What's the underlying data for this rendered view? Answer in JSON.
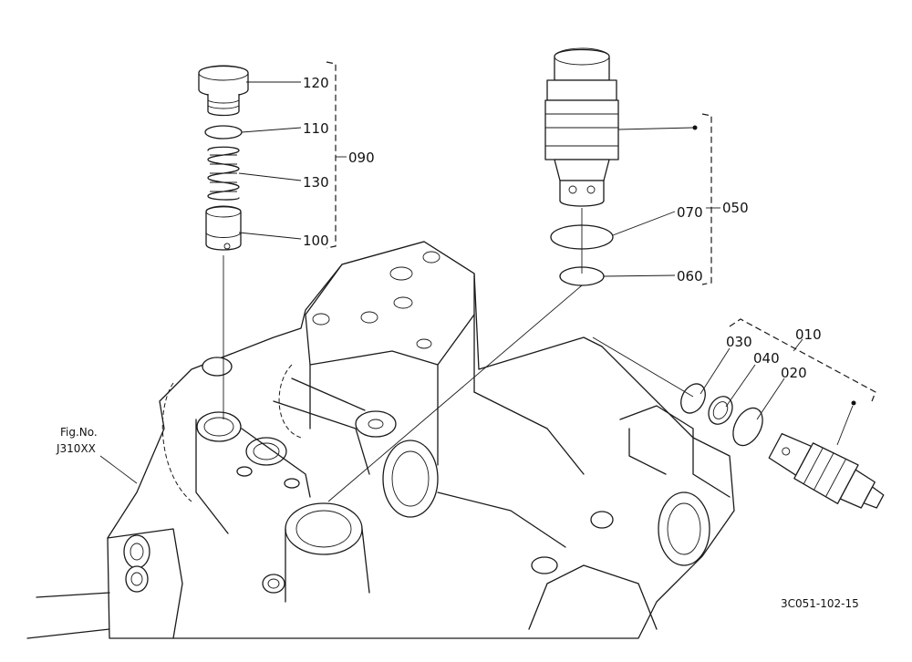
{
  "labels": {
    "p120": "120",
    "p110": "110",
    "p130": "130",
    "p100": "100",
    "p090": "090",
    "p070": "070",
    "p050": "050",
    "p060": "060",
    "p030": "030",
    "p040": "040",
    "p010": "010",
    "p020": "020"
  },
  "fig_ref": {
    "line1": "Fig.No.",
    "line2": "J310XX"
  },
  "drawing_code": "3C051-102-15"
}
